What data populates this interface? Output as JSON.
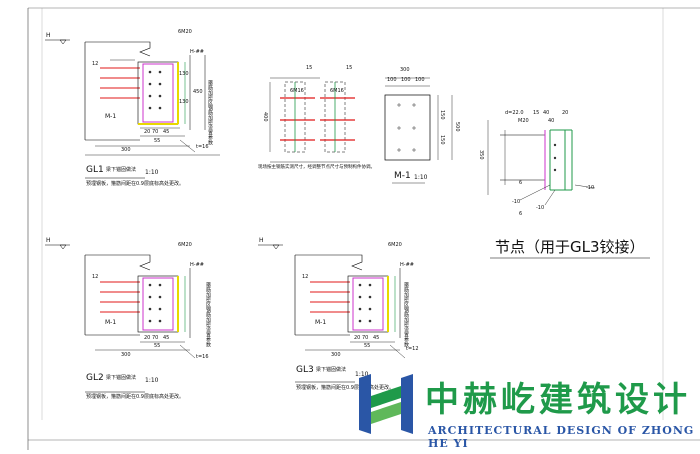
{
  "node1": {
    "dims_top": [
      "6M20",
      "H-##"
    ],
    "dims_left": [
      "12"
    ],
    "dims_right": [
      "450",
      "130",
      "130"
    ],
    "dims_bottom": [
      "20",
      "70",
      "45",
      "55",
      "300"
    ],
    "plate_label": "M-1",
    "stiff_label": "t=16",
    "vert_note": "箍筋加密区钢筋加密设置参数",
    "title": "GL1",
    "title_suffix": "梁下锚固做法",
    "scale": "1:10",
    "note": "预埋钢板，箍筋间距在0.9层底标高处更改。"
  },
  "middle": {
    "dims_top": [
      "15",
      "15",
      "6M16",
      "6M16"
    ],
    "dims_left": [
      "400"
    ],
    "note": "现场按主钢筋实测尺寸，经调整节点尺寸与预制构件协调。"
  },
  "m1": {
    "dims_top": [
      "300",
      "100",
      "100",
      "100"
    ],
    "dims_right": [
      "150",
      "150",
      "500"
    ],
    "title": "M-1",
    "scale": "1:10"
  },
  "detail": {
    "dims": [
      "d=22.0",
      "15",
      "40",
      "20",
      "M20",
      "40",
      "350",
      "6",
      "6",
      "-10",
      "-10",
      "-10"
    ],
    "caption": "节点（用于GL3铰接）"
  },
  "node2": {
    "dims_top": [
      "6M20",
      "H-##"
    ],
    "dims_left": [
      "12"
    ],
    "dims_bottom": [
      "20",
      "70",
      "45",
      "55",
      "300"
    ],
    "plate_label": "M-1",
    "stiff_label": "t=16",
    "vert_note": "箍筋加密区钢筋加密设置参数",
    "title": "GL2",
    "title_suffix": "梁下锚固做法",
    "scale": "1:10",
    "note": "预埋钢板，箍筋间距在0.9层底标高处更改。"
  },
  "node3": {
    "dims_top": [
      "6M20",
      "H-##"
    ],
    "dims_left": [
      "12"
    ],
    "dims_bottom": [
      "20",
      "70",
      "45",
      "55",
      "300"
    ],
    "plate_label": "M-1",
    "stiff_label": "t=12",
    "vert_note": "箍筋加密区钢筋加密设置参数",
    "title": "GL3",
    "title_suffix": "梁下锚固做法",
    "scale": "1:10",
    "note": "预埋钢板，箍筋间距在0.9层底标高处更改。"
  },
  "level_mark": "H",
  "watermark": {
    "name": "中赫屹建筑设计",
    "english": "ARCHITECTURAL DESIGN OF ZHONG HE YI"
  },
  "colors": {
    "red": "#e01818",
    "green": "#1f9a4a",
    "blue": "#2a56a6",
    "yellow": "#e8d800",
    "magenta": "#cc33cc"
  }
}
